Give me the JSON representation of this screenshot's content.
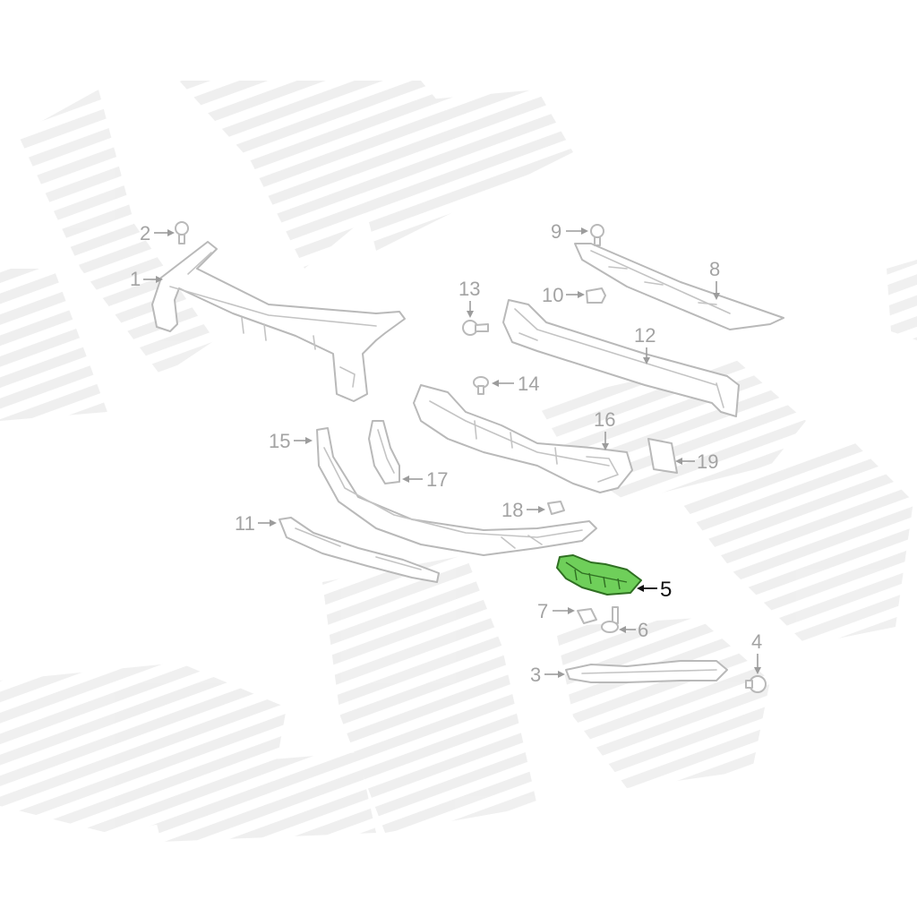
{
  "diagram": {
    "callouts": [
      {
        "id": "1",
        "label": "1"
      },
      {
        "id": "2",
        "label": "2"
      },
      {
        "id": "3",
        "label": "3"
      },
      {
        "id": "4",
        "label": "4"
      },
      {
        "id": "5",
        "label": "5",
        "highlighted": true
      },
      {
        "id": "6",
        "label": "6"
      },
      {
        "id": "7",
        "label": "7"
      },
      {
        "id": "8",
        "label": "8"
      },
      {
        "id": "9",
        "label": "9"
      },
      {
        "id": "10",
        "label": "10"
      },
      {
        "id": "11",
        "label": "11"
      },
      {
        "id": "12",
        "label": "12"
      },
      {
        "id": "13",
        "label": "13"
      },
      {
        "id": "14",
        "label": "14"
      },
      {
        "id": "15",
        "label": "15"
      },
      {
        "id": "16",
        "label": "16"
      },
      {
        "id": "17",
        "label": "17"
      },
      {
        "id": "18",
        "label": "18"
      },
      {
        "id": "19",
        "label": "19"
      }
    ],
    "colors": {
      "highlight_fill": "#6fcf5a",
      "highlight_stroke": "#2f6f22",
      "part_stroke": "#b9b9b9",
      "label_gray": "#a3a3a3",
      "label_highlight": "#111111",
      "watermark": "#eeeeee"
    }
  }
}
